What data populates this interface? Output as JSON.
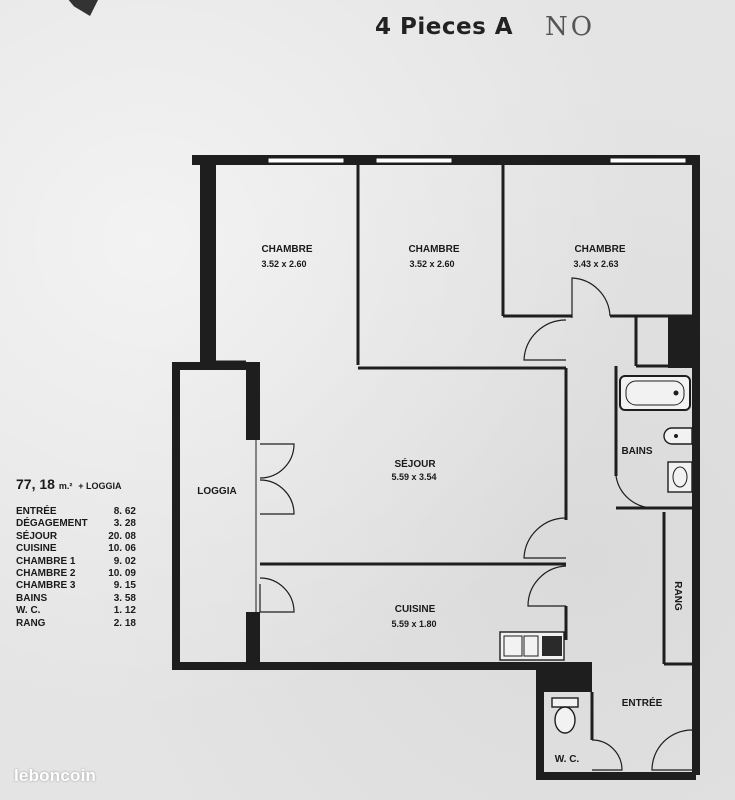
{
  "header": {
    "title": "4 Pieces A",
    "annotation": "NO"
  },
  "rooms": {
    "chambre_left": {
      "name": "CHAMBRE",
      "dims": "3.52 x 2.60"
    },
    "chambre_mid": {
      "name": "CHAMBRE",
      "dims": "3.52 x 2.60"
    },
    "chambre_right": {
      "name": "CHAMBRE",
      "dims": "3.43 x 2.63"
    },
    "sejour": {
      "name": "SÉJOUR",
      "dims": "5.59 x 3.54"
    },
    "cuisine": {
      "name": "CUISINE",
      "dims": "5.59 x 1.80"
    },
    "loggia": {
      "name": "LOGGIA"
    },
    "bains": {
      "name": "BAINS"
    },
    "rang": {
      "name": "RANG"
    },
    "entree": {
      "name": "ENTRÉE"
    },
    "wc": {
      "name": "W. C."
    }
  },
  "summary": {
    "total_value": "77, 18",
    "total_unit": "m.²",
    "total_extra": "+ LOGGIA",
    "areas": [
      {
        "name": "ENTRÉE",
        "value": "8. 62"
      },
      {
        "name": "DÉGAGEMENT",
        "value": "3. 28"
      },
      {
        "name": "SÉJOUR",
        "value": "20. 08"
      },
      {
        "name": "CUISINE",
        "value": "10. 06"
      },
      {
        "name": "CHAMBRE 1",
        "value": "9. 02"
      },
      {
        "name": "CHAMBRE 2",
        "value": "10. 09"
      },
      {
        "name": "CHAMBRE 3",
        "value": "9. 15"
      },
      {
        "name": "BAINS",
        "value": "3. 58"
      },
      {
        "name": "W. C.",
        "value": "1. 12"
      },
      {
        "name": "RANG",
        "value": "2. 18"
      }
    ]
  },
  "watermark": "leboncoin"
}
